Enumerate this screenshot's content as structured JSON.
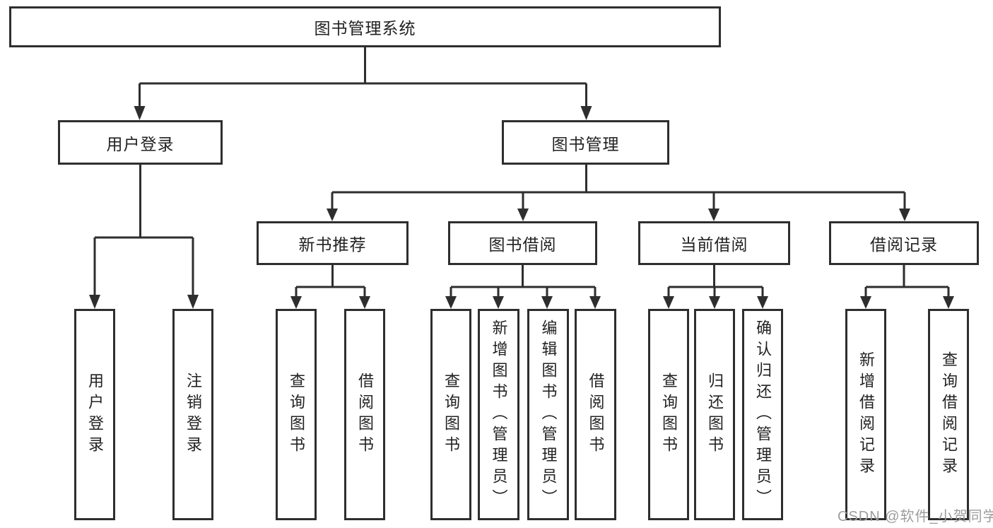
{
  "diagram": {
    "title_node": {
      "label": "图书管理系统"
    },
    "level2": [
      {
        "label": "用户登录"
      },
      {
        "label": "图书管理"
      }
    ],
    "level3": [
      {
        "label": "新书推荐"
      },
      {
        "label": "图书借阅"
      },
      {
        "label": "当前借阅"
      },
      {
        "label": "借阅记录"
      }
    ],
    "leaves": [
      {
        "label": "用户登录",
        "parent": "用户登录"
      },
      {
        "label": "注销登录",
        "parent": "用户登录"
      },
      {
        "label": "查询图书",
        "parent": "新书推荐"
      },
      {
        "label": "借阅图书",
        "parent": "新书推荐"
      },
      {
        "label": "查询图书",
        "parent": "图书借阅"
      },
      {
        "label": "新增图书（管理员）",
        "parent": "图书借阅"
      },
      {
        "label": "编辑图书（管理员）",
        "parent": "图书借阅"
      },
      {
        "label": "借阅图书",
        "parent": "图书借阅"
      },
      {
        "label": "查询图书",
        "parent": "当前借阅"
      },
      {
        "label": "归还图书",
        "parent": "当前借阅"
      },
      {
        "label": "确认归还（管理员）",
        "parent": "当前借阅"
      },
      {
        "label": "新增借阅记录",
        "parent": "借阅记录"
      },
      {
        "label": "查询借阅记录",
        "parent": "借阅记录"
      }
    ],
    "line_color": "#2e2e2e"
  },
  "watermark": {
    "text": "CSDN @软件_小贺同学",
    "color": "#9d9d9d"
  }
}
